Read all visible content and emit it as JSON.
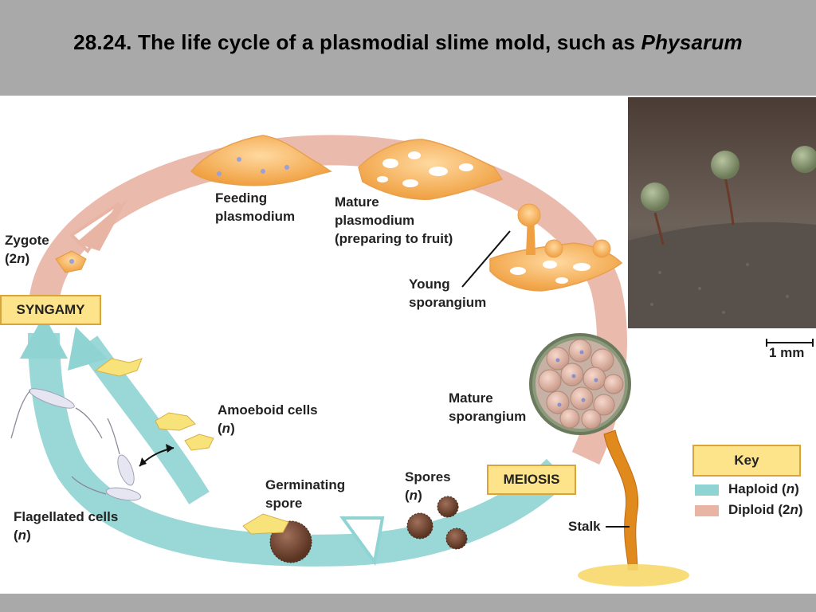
{
  "title": {
    "main": "28.24.  The life cycle of a plasmodial slime mold, such as ",
    "italic": "Physarum"
  },
  "labels": {
    "feeding_1": "Feeding",
    "feeding_2": "plasmodium",
    "mature_p_1": "Mature",
    "mature_p_2": "plasmodium",
    "mature_p_3": "(preparing to fruit)",
    "zygote_1": "Zygote",
    "zygote_2_pre": "(2",
    "zygote_2_n": "n",
    "zygote_2_post": ")",
    "young_1": "Young",
    "young_2": "sporangium",
    "amoeboid_1": "Amoeboid cells",
    "amoeboid_2_pre": "(",
    "amoeboid_2_n": "n",
    "amoeboid_2_post": ")",
    "mature_s_1": "Mature",
    "mature_s_2": "sporangium",
    "germ_1": "Germinating",
    "germ_2": "spore",
    "spores_1": "Spores",
    "spores_2_pre": "(",
    "spores_2_n": "n",
    "spores_2_post": ")",
    "flag_1": "Flagellated cells",
    "flag_2_pre": "(",
    "flag_2_n": "n",
    "flag_2_post": ")",
    "stalk": "Stalk",
    "syngamy": "SYNGAMY",
    "meiosis": "MEIOSIS",
    "scale": "1 mm"
  },
  "key": {
    "title": "Key",
    "haploid_pre": "Haploid (",
    "haploid_n": "n",
    "haploid_post": ")",
    "diploid_pre": "Diploid (2",
    "diploid_n": "n",
    "diploid_post": ")",
    "haploid_color": "#8fd3d3",
    "diploid_color": "#e8b4a4"
  },
  "colors": {
    "background": "#a9a9a9",
    "haploid": "#8fd3d3",
    "diploid": "#e8b4a4",
    "box_fill": "#fde48a",
    "box_border": "#d9a43a",
    "plasmodium": "#f5b55a",
    "stalk": "#e08a1e",
    "spore": "#7a4a34"
  }
}
